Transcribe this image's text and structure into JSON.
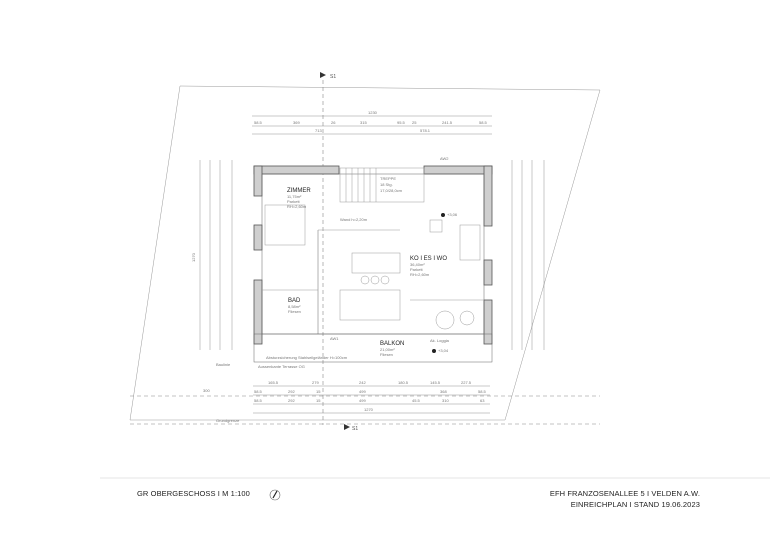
{
  "footer": {
    "left_title": "GR OBERGESCHOSS   I   M 1:100",
    "right_line1": "EFH FRANZOSENALLEE 5   I   VELDEN A.W.",
    "right_line2": "EINREICHPLAN  I  STAND 19.06.2023"
  },
  "section_marker": "S1",
  "rooms": [
    {
      "name": "ZIMMER",
      "area": "11,75m²",
      "floor": "Parkett",
      "height": "RH=2,60m"
    },
    {
      "name": "KO I ES I WO",
      "area": "36,40m²",
      "floor": "Parkett",
      "height": "RH=2,60m"
    },
    {
      "name": "BAD",
      "area": "8,58m²",
      "floor": "Fliesen"
    },
    {
      "name": "BALKON",
      "area": "21,00m²",
      "floor": "Fliesen"
    }
  ],
  "stair": {
    "label": "TREPPE",
    "steps": "18 Stg.",
    "size": "17,0/28,0cm"
  },
  "levels": [
    "+3,06",
    "+3,04"
  ],
  "labels": {
    "baulinie": "Baulinie",
    "grundgrenze": "Grundgrenze",
    "terrasse": "Aussenkante Terrasse OG",
    "absturz": "Absturzsicherung  Stahlseilgeländer  H=100cm",
    "loggia": "Ak. Loggia",
    "wand": "Wand h=2,20m",
    "aw": "AW2",
    "aw1": "AW1"
  },
  "dimensions": {
    "top_row1": [
      "1230"
    ],
    "top_row2": [
      "58.5",
      "369",
      "26",
      "315",
      "95.5",
      "25",
      "241.5",
      "58.5"
    ],
    "top_row3": [
      "713",
      "578.1"
    ],
    "bottom_row1": [
      "165.5",
      "279",
      "242",
      "180.5",
      "145.5",
      "227.5"
    ],
    "bottom_row2": [
      "58.5",
      "292",
      "15",
      "499",
      "368",
      "58.5"
    ],
    "bottom_row3": [
      "58.5",
      "292",
      "15",
      "499",
      "45.5",
      "310",
      "63"
    ],
    "bottom_total": "1270",
    "baulinie_dist": "300",
    "left_total": "1270"
  }
}
